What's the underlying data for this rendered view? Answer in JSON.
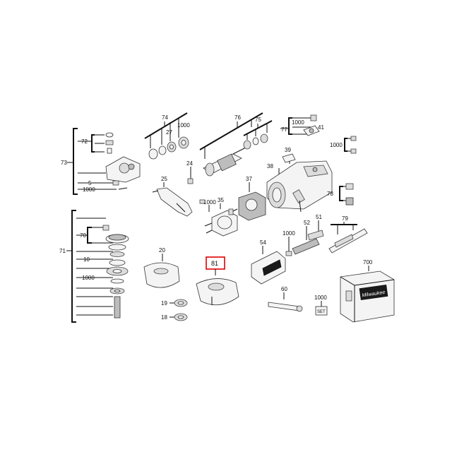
{
  "diagram": {
    "labels": {
      "l74": "74",
      "l76": "76",
      "l75": "75",
      "l1000a": "1000",
      "l27": "27",
      "l72": "72",
      "l73": "73",
      "l5": "5",
      "l1000b": "1000",
      "l24": "24",
      "l25": "25",
      "l35": "35",
      "l37": "37",
      "l1000c": "1000",
      "l38": "38",
      "l39": "39",
      "l77": "77",
      "l1000d": "1000",
      "l41": "41",
      "l1000e": "1000",
      "l78": "78",
      "l79": "79",
      "l51": "51",
      "l52": "52",
      "l1000f": "1000",
      "l54": "54",
      "l700": "700",
      "l60": "60",
      "l1000g": "1000",
      "l71": "71",
      "l70": "70",
      "l10": "10",
      "l1000h": "1000",
      "l20": "20",
      "l81": "81",
      "l19": "19",
      "l18": "18"
    },
    "highlighted_part": "81",
    "highlight_color": "#e00000",
    "case_brand": "Milwaukee",
    "set_tag": "SET"
  }
}
